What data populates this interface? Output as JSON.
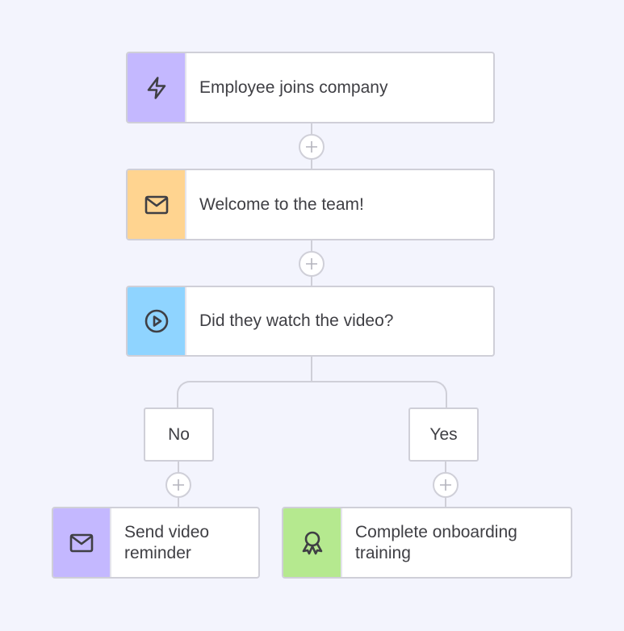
{
  "colors": {
    "background": "#f3f4fd",
    "border": "#cfcfd8",
    "trigger_purple": "#c4b8ff",
    "email_orange": "#ffd490",
    "video_blue": "#8fd4ff",
    "reminder_purple": "#c4b8ff",
    "training_green": "#b5e98f",
    "text": "#3f3f44"
  },
  "flow": {
    "steps": [
      {
        "label": "Employee joins company",
        "icon": "lightning-icon",
        "color": "#c4b8ff"
      },
      {
        "label": "Welcome to the team!",
        "icon": "mail-icon",
        "color": "#ffd490"
      },
      {
        "label": "Did they watch the video?",
        "icon": "play-circle-icon",
        "color": "#8fd4ff"
      }
    ],
    "add_step_symbol": "+",
    "branches": [
      {
        "condition": "No",
        "action": {
          "label": "Send video reminder",
          "icon": "mail-icon",
          "color": "#c4b8ff"
        }
      },
      {
        "condition": "Yes",
        "action": {
          "label": "Complete onboarding training",
          "icon": "award-icon",
          "color": "#b5e98f"
        }
      }
    ]
  }
}
